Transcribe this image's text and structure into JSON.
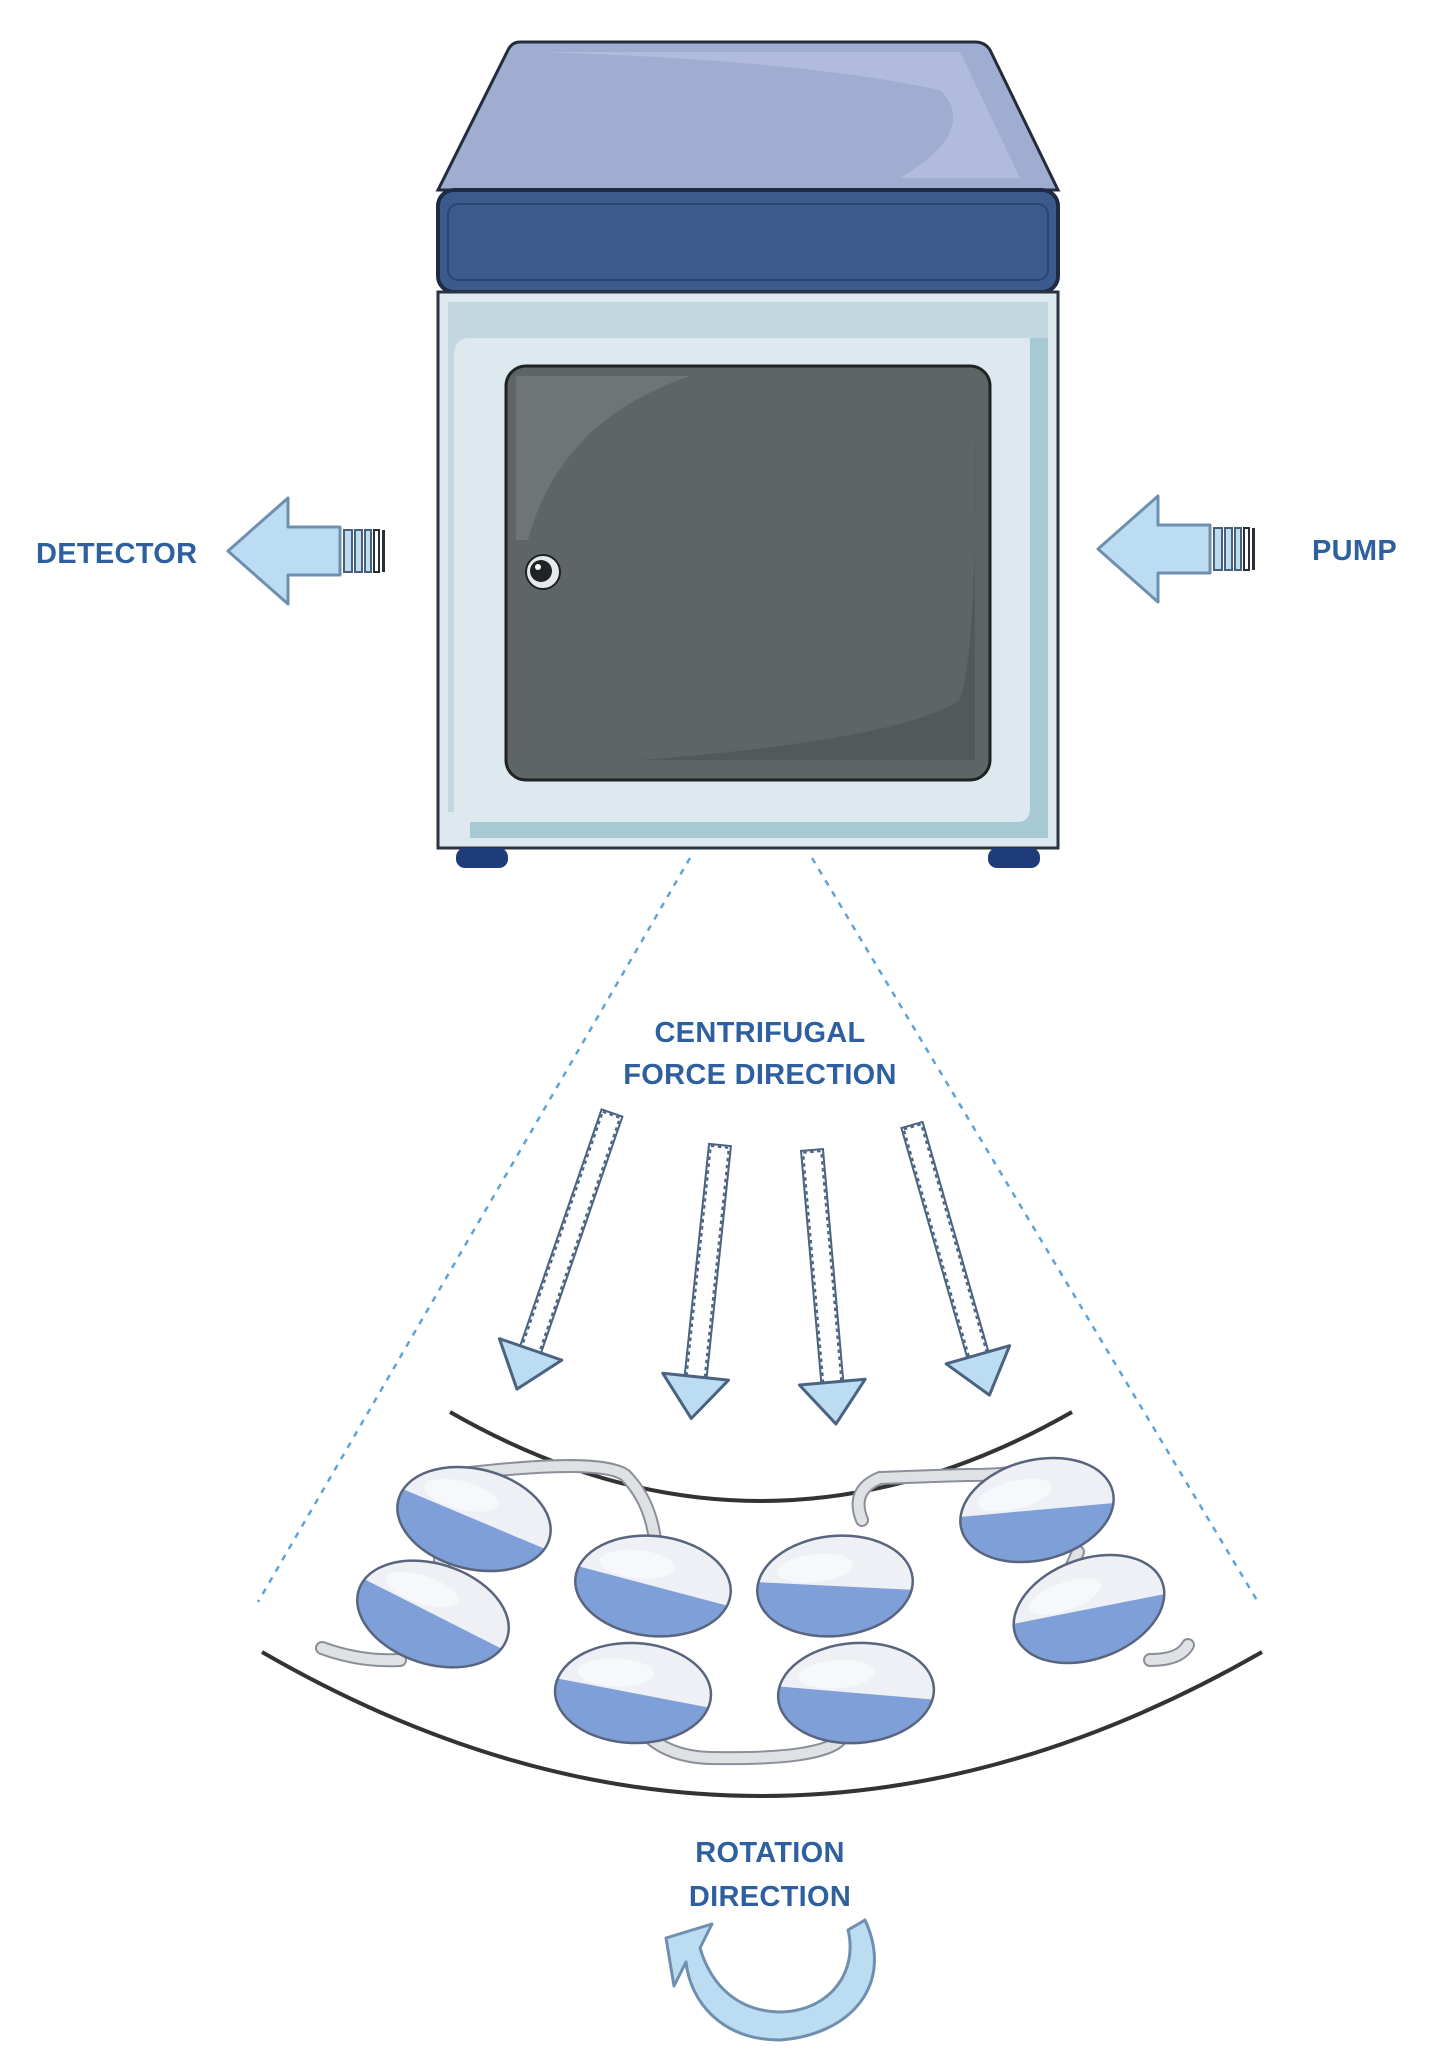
{
  "labels": {
    "detector": "DETECTOR",
    "pump": "PUMP",
    "centrifugal": "CENTRIFUGAL",
    "force_direction": "FORCE DIRECTION",
    "rotation": "ROTATION",
    "direction": "DIRECTION"
  },
  "colors": {
    "label_text": "#2e5f9e",
    "lid_top": "#9fadd0",
    "lid_band": "#3c5a8c",
    "body": "#dde9ef",
    "door": "#5e6566",
    "arrow_fill": "#bcdcf2",
    "arrow_stroke": "#6f8fb0",
    "cell_blue": "#7f9fd8",
    "cell_white": "#eef0f6",
    "tube": "#c9cbd0",
    "dotted_line": "#5ea3d8",
    "rotor_arc": "#333333"
  },
  "icons": {
    "instrument": "centrifuge-instrument-icon",
    "outlet": "outlet-arrow-icon",
    "inlet": "inlet-arrow-icon",
    "force": "force-arrow-icon",
    "cell": "partition-cell-icon",
    "rotation": "rotation-arrow-icon"
  }
}
